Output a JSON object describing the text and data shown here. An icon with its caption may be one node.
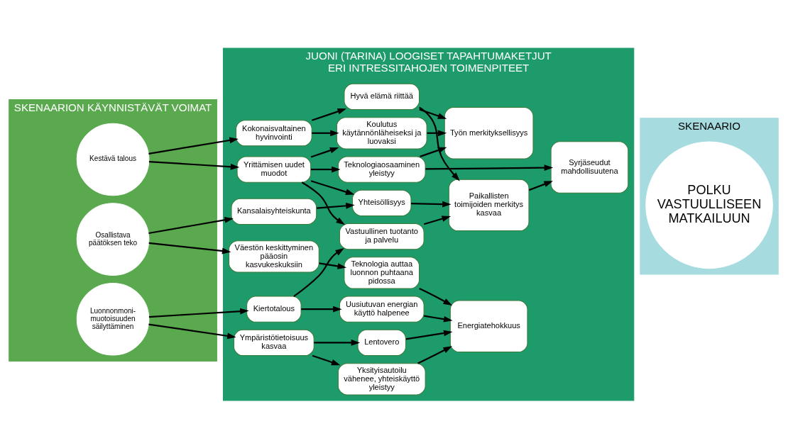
{
  "diagram": {
    "nodes": [
      {
        "text": [
          "SKENAARION KÄYNNISTÄVÄT VOIMAT"
        ]
      },
      {
        "text": [
          "JUONI (TARINA) LOOGISET TAPAHTUMAKETJUT ERI INTRESSITAHOJEN TOIMENPITEET"
        ]
      },
      {
        "text": [
          "SKENAARIO"
        ]
      },
      {
        "text": [
          "Kestävä talous"
        ],
        "in": 0
      },
      {
        "text": [
          "Osallistava päätöksen teko"
        ],
        "in": 0
      },
      {
        "text": [
          "Luonnonmoni- muotoisuuden säilyttäminen"
        ],
        "in": 0
      },
      {
        "text": [
          "Kokonaisvaltainen hyvinvointi"
        ],
        "in": 1
      },
      {
        "text": [
          "Yrittämisen uudet muodot"
        ],
        "in": 1
      },
      {
        "text": [
          "Kansalaisyhteiskunta"
        ],
        "in": 1
      },
      {
        "text": [
          "Väestön keskittyminen pääosin kasvukeskuksiin"
        ],
        "in": 1
      },
      {
        "text": [
          "Kiertotalous"
        ],
        "in": 1
      },
      {
        "text": [
          "Ympäristötietoisuus kasvaa"
        ],
        "in": 1
      },
      {
        "text": [
          "Hyvä elämä riittää"
        ],
        "in": 1
      },
      {
        "text": [
          "Koulutus käytännönläheiseksi ja luovaksi"
        ],
        "in": 1
      },
      {
        "text": [
          "Teknologiaosaaminen yleistyy"
        ],
        "in": 1
      },
      {
        "text": [
          "Vastuullinen tuotanto ja palvelu"
        ],
        "in": 1
      },
      {
        "text": [
          "Yhteisöllisyys"
        ],
        "in": 1
      },
      {
        "text": [
          "Teknologia auttaa luonnon puhtaana pidossa"
        ],
        "in": 1
      },
      {
        "text": [
          "Uusiutuvan energian käyttö halpenee"
        ],
        "in": 1
      },
      {
        "text": [
          "Lentovero"
        ],
        "in": 1
      },
      {
        "text": [
          "Yksityisautoilu vähenee, yhteiskäyttö yleistyy"
        ],
        "in": 1
      },
      {
        "text": [
          "Työn merkityksellisyys"
        ],
        "in": 1
      },
      {
        "text": [
          "Paikallisten toimijoiden merkitys kasvaa"
        ],
        "in": 1
      },
      {
        "text": [
          "Syrjäseudut mahdollisuutena"
        ],
        "in": 1
      },
      {
        "text": [
          "Energiatehokkuus"
        ],
        "in": 1
      },
      {
        "text": [
          "POLKU VASTUULLISEEN MATKAILUUN"
        ],
        "in": 2
      }
    ],
    "edges": [
      {
        "from": 3,
        "to": 6,
        "arrow": "to"
      },
      {
        "from": 3,
        "to": 7,
        "arrow": "to"
      },
      {
        "from": 4,
        "to": 8,
        "arrow": "to"
      },
      {
        "from": 4,
        "to": 9,
        "arrow": "to"
      },
      {
        "from": 5,
        "to": 10,
        "arrow": "to"
      },
      {
        "from": 5,
        "to": 11,
        "arrow": "to"
      },
      {
        "from": 6,
        "to": 12,
        "arrow": "to"
      },
      {
        "from": 6,
        "to": 13,
        "arrow": "to"
      },
      {
        "from": 7,
        "to": 13,
        "arrow": "to"
      },
      {
        "from": 7,
        "to": 14,
        "arrow": "to"
      },
      {
        "from": 7,
        "to": 15,
        "arrow": "to"
      },
      {
        "from": 7,
        "to": 16,
        "arrow": "to"
      },
      {
        "from": 8,
        "to": 16,
        "arrow": "to"
      },
      {
        "from": 9,
        "to": 17,
        "arrow": "to"
      },
      {
        "from": 10,
        "to": 15,
        "arrow": "to"
      },
      {
        "from": 10,
        "to": 18,
        "arrow": "to"
      },
      {
        "from": 11,
        "to": 19,
        "arrow": "to"
      },
      {
        "from": 11,
        "to": 20,
        "arrow": "to"
      },
      {
        "from": 12,
        "to": 21,
        "arrow": "to"
      },
      {
        "from": 12,
        "to": 22,
        "arrow": "to"
      },
      {
        "from": 13,
        "to": 21,
        "arrow": "to"
      },
      {
        "from": 14,
        "to": 21,
        "arrow": "to"
      },
      {
        "from": 14,
        "to": 23,
        "arrow": "to"
      },
      {
        "from": 15,
        "to": 22,
        "arrow": "to"
      },
      {
        "from": 16,
        "to": 22,
        "arrow": "to"
      },
      {
        "from": 22,
        "to": 23,
        "arrow": "to"
      },
      {
        "from": 17,
        "to": 24,
        "arrow": "to"
      },
      {
        "from": 18,
        "to": 24,
        "arrow": "to"
      },
      {
        "from": 19,
        "to": 24,
        "arrow": "to"
      },
      {
        "from": 20,
        "to": 24,
        "arrow": "to"
      }
    ]
  }
}
